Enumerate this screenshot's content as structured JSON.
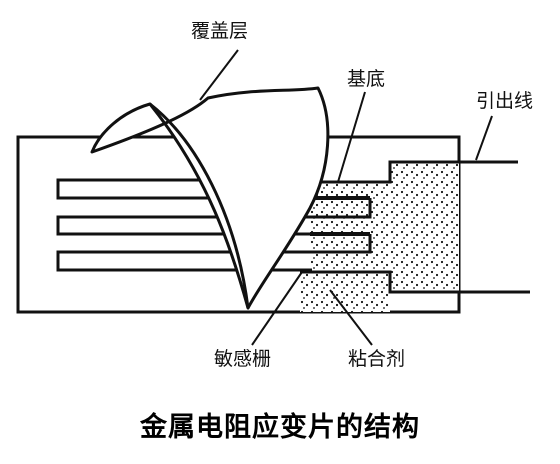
{
  "labels": {
    "cover_layer": "覆盖层",
    "substrate": "基底",
    "lead_wire": "引出线",
    "sensitive_grid": "敏感栅",
    "adhesive": "粘合剂"
  },
  "caption": "金属电阻应变片的结构",
  "colors": {
    "ink": "#111111",
    "background": "#ffffff"
  }
}
